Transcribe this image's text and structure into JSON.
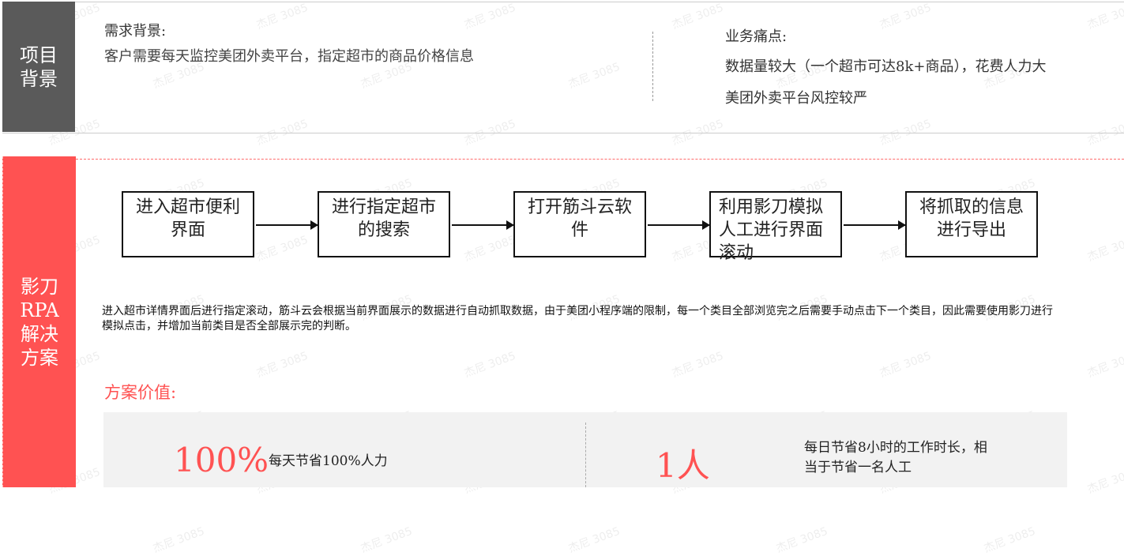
{
  "watermark": "杰尼 3085",
  "background": {
    "section_label": "项目背景",
    "need_title": "需求背景:",
    "need_text": "客户需要每天监控美团外卖平台，指定超市的商品价格信息",
    "pain_title": "业务痛点:",
    "pain_items": [
      "数据量较大（一个超市可达8k+商品），花费人力大",
      "美团外卖平台风控较严"
    ]
  },
  "solution": {
    "section_label_lines": [
      "影刀",
      "RPA",
      "解决",
      "方案"
    ],
    "flow": [
      "进入超市便利界面",
      "进行指定超市的搜索",
      "打开筋斗云软件",
      "利用影刀模拟人工进行界面滚动",
      "将抓取的信息进行导出"
    ],
    "description": "进入超市详情界面后进行指定滚动，筋斗云会根据当前界面展示的数据进行自动抓取数据，由于美团小程序端的限制，每一个类目全部浏览完之后需要手动点击下一个类目，因此需要使用影刀进行模拟点击，并增加当前类目是否全部展示完的判断。",
    "value_title": "方案价值:",
    "values": [
      {
        "big": "100%",
        "text": "每天节省100%人力"
      },
      {
        "big": "1人",
        "text": "每日节省8小时的工作时长，相当于节省一名人工"
      }
    ]
  },
  "colors": {
    "accent": "#ff5252",
    "dark": "#5a5a5a"
  }
}
